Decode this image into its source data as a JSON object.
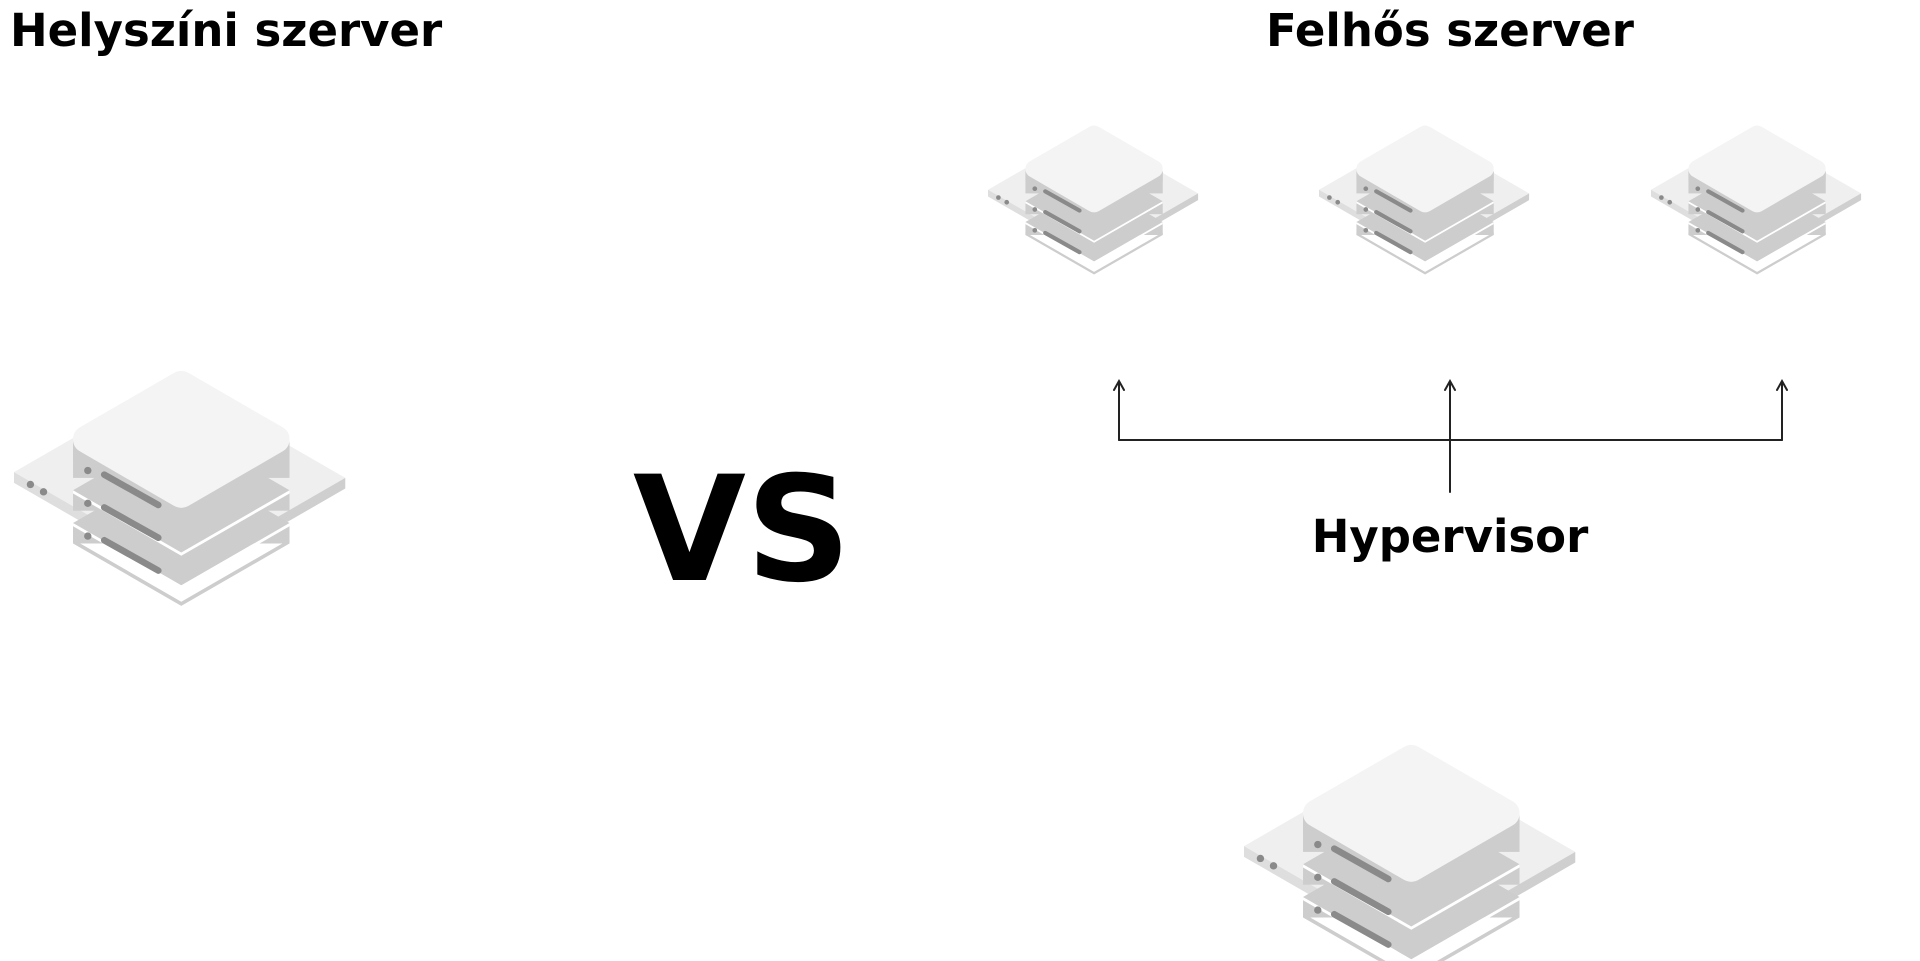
{
  "title_left": "Helyszíni szerver",
  "title_right": "Felhős szerver",
  "vs_label": "VS",
  "hypervisor_label": "Hypervisor",
  "colors": {
    "background": "#ffffff",
    "text": "#000000",
    "server_top": "#f4f4f4",
    "server_side": "#cdcdcd",
    "server_gap": "#ffffff",
    "platform_top": "#efefef",
    "platform_left": "#dedede",
    "platform_right": "#cfcfcf",
    "indicator": "#8a8a8a",
    "connector": "#222222"
  },
  "icons": {
    "server": "server-stack-icon",
    "arrow": "arrow-up-icon"
  }
}
